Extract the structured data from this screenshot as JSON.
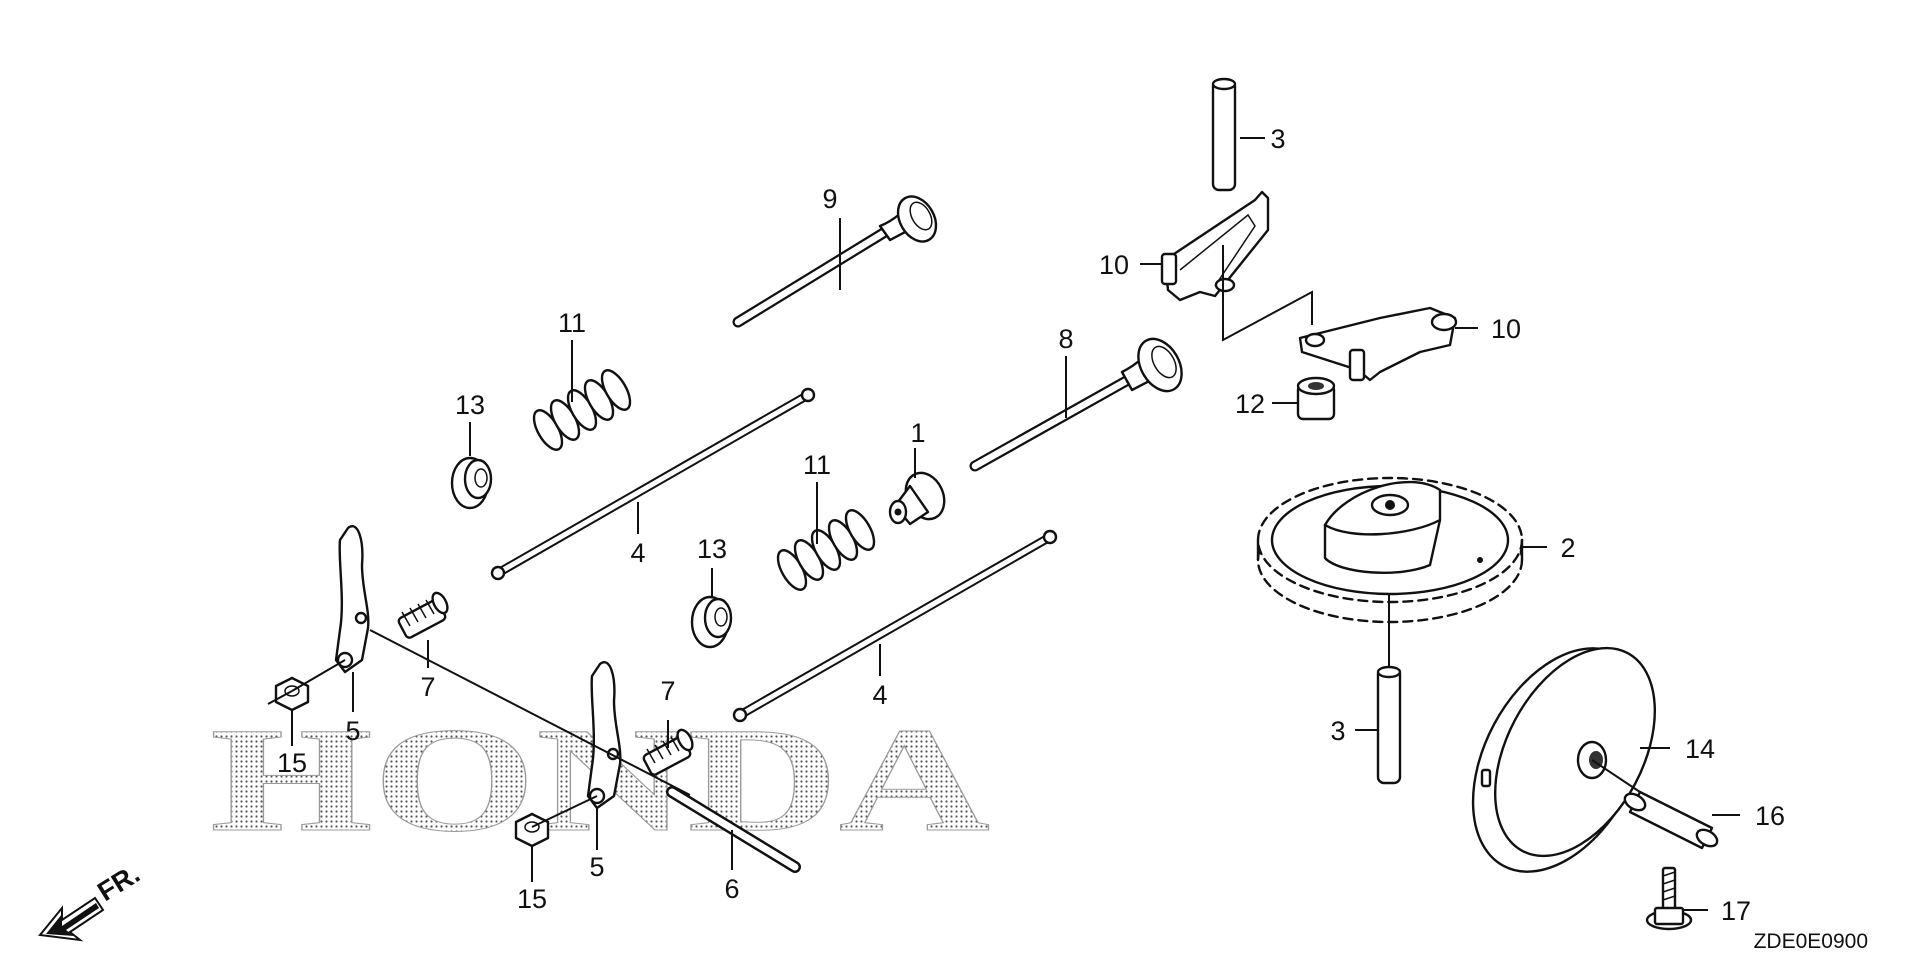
{
  "diagram": {
    "watermark": "HONDA",
    "direction_label": "FR.",
    "drawing_code": "ZDE0E0900",
    "callouts": [
      {
        "id": "c1",
        "text": "1"
      },
      {
        "id": "c2",
        "text": "2"
      },
      {
        "id": "c3a",
        "text": "3"
      },
      {
        "id": "c3b",
        "text": "3"
      },
      {
        "id": "c4a",
        "text": "4"
      },
      {
        "id": "c4b",
        "text": "4"
      },
      {
        "id": "c5a",
        "text": "5"
      },
      {
        "id": "c5b",
        "text": "5"
      },
      {
        "id": "c6",
        "text": "6"
      },
      {
        "id": "c7a",
        "text": "7"
      },
      {
        "id": "c7b",
        "text": "7"
      },
      {
        "id": "c8",
        "text": "8"
      },
      {
        "id": "c9",
        "text": "9"
      },
      {
        "id": "c10a",
        "text": "10"
      },
      {
        "id": "c10b",
        "text": "10"
      },
      {
        "id": "c11a",
        "text": "11"
      },
      {
        "id": "c11b",
        "text": "11"
      },
      {
        "id": "c12",
        "text": "12"
      },
      {
        "id": "c13a",
        "text": "13"
      },
      {
        "id": "c13b",
        "text": "13"
      },
      {
        "id": "c14",
        "text": "14"
      },
      {
        "id": "c15a",
        "text": "15"
      },
      {
        "id": "c15b",
        "text": "15"
      },
      {
        "id": "c16",
        "text": "16"
      },
      {
        "id": "c17",
        "text": "17"
      }
    ]
  }
}
